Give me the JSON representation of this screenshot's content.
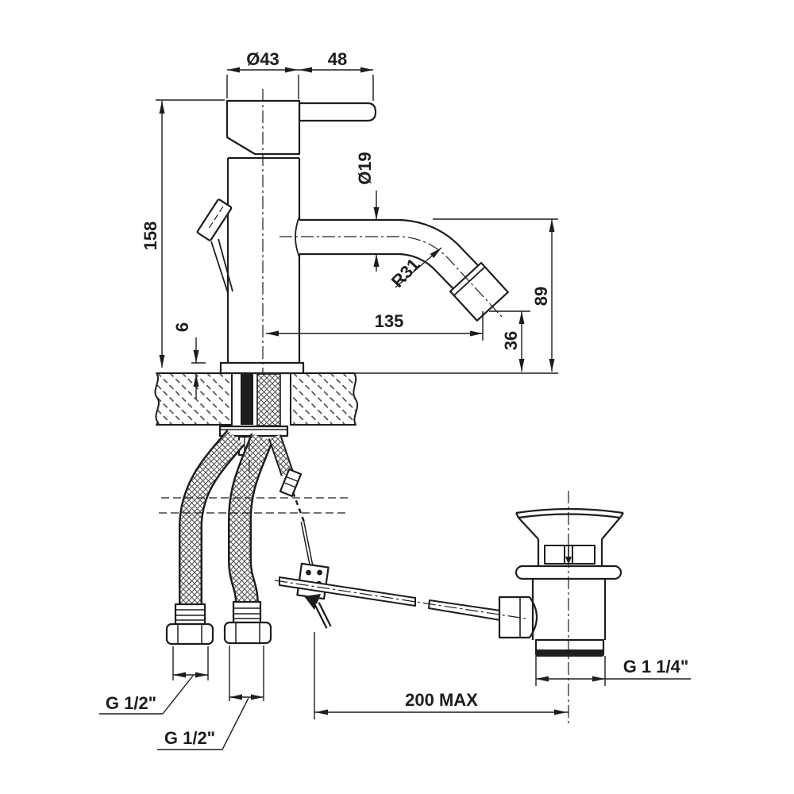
{
  "drawing": {
    "title": "bidet-mixer-installation-diagram",
    "colors": {
      "line": "#1d1d1d",
      "background": "#ffffff"
    },
    "labels": {
      "cap_diameter": "Ø43",
      "lever_length": "48",
      "spout_diameter": "Ø19",
      "body_height": "158",
      "spout_radius": "R31",
      "spout_reach": "135",
      "outlet_height": "36",
      "spout_height": "89",
      "base_thickness": "6",
      "hose_thread_1": "G 1/2\"",
      "hose_thread_2": "G 1/2\"",
      "waste_thread": "G 1 1/4\"",
      "rod_length": "200 MAX"
    }
  }
}
